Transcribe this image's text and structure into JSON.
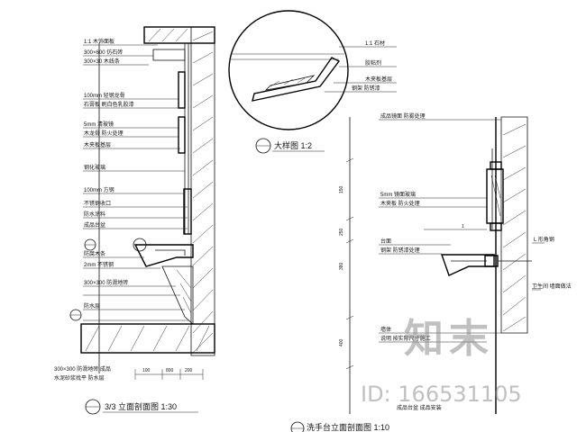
{
  "drawing": {
    "left_view": {
      "title_label": "3/3 立面剖面图 1:30",
      "labels": [
        "1:1 木饰面板",
        "300×600 仿石砖",
        "300×30 木线条",
        "100mm 轻钢龙骨",
        "石膏板 刷白色乳胶漆",
        "5mm 清玻镜",
        "木龙骨 防火处理",
        "木夹板基层",
        "钢化玻璃",
        "100mm 方钢",
        "不锈钢收口",
        "防水涂料",
        "成品台盆",
        "防腐木条",
        "2mm 不锈钢",
        "300×300 防滑地砖",
        "防水层"
      ],
      "bottom_note_1": "300×300 防滑地砖 成品",
      "bottom_note_2": "水泥砂浆找平 防水层",
      "dims": [
        "100",
        "800",
        "200"
      ]
    },
    "detail_a": {
      "title_label": "大样图 1:2",
      "labels": [
        "1:1 石材",
        "胶粘剂",
        "木夹板基层",
        "钢架 防锈漆"
      ]
    },
    "right_view": {
      "title_label": "洗手台立面剖面图 1:10",
      "labels": [
        "成品镜面 防雾处理",
        "5mm 镜面玻璃",
        "木夹板 防火处理",
        "台面",
        "钢架 防锈漆处理",
        "L 形角钢",
        "卫生间 墙面做法",
        "墙体"
      ],
      "dims": [
        "150",
        "250",
        "380",
        "400",
        "1"
      ],
      "bottom_note_1": "说明 按实际尺寸施工",
      "bottom_note_2": "成品台盆 成品安装"
    }
  },
  "watermark": {
    "logo_text": "知末",
    "id_text": "ID: 166531105"
  }
}
